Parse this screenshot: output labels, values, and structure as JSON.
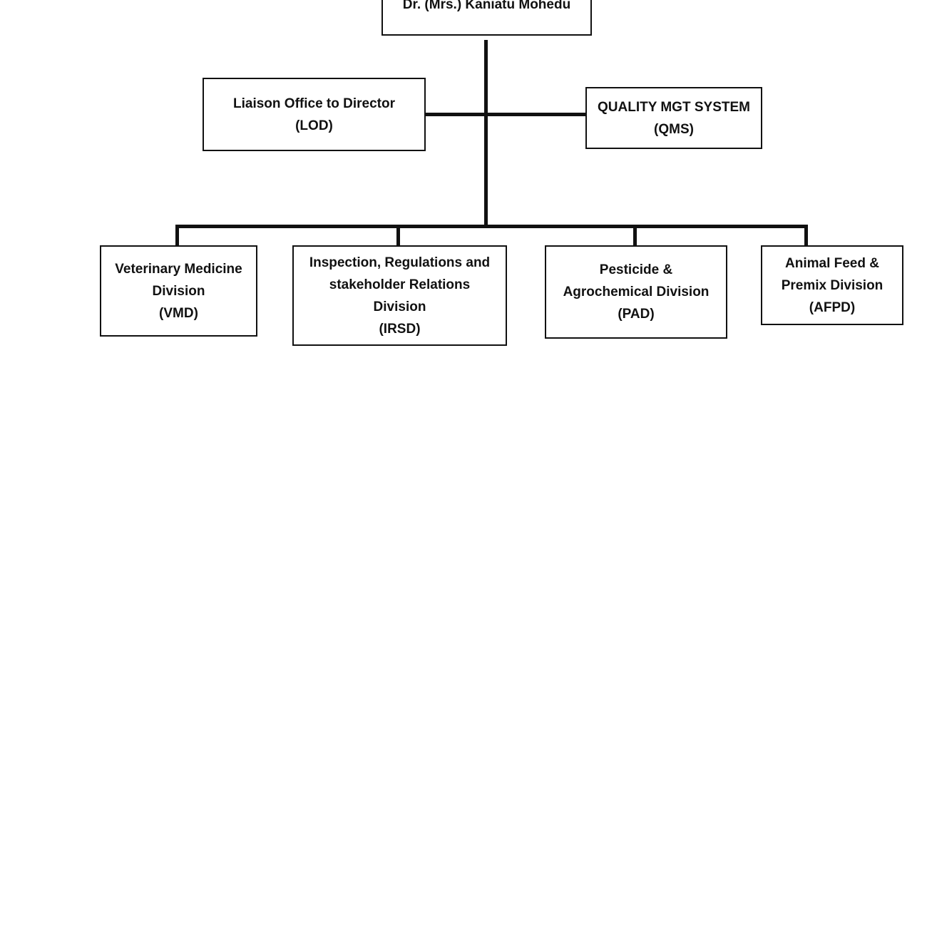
{
  "org_chart": {
    "head": {
      "lines": [
        "Dr. (Mrs.) Kaniatu Mohedu"
      ]
    },
    "advisory": [
      {
        "id": "lod",
        "lines": [
          "Liaison Office to Director",
          "(LOD)"
        ]
      },
      {
        "id": "qms",
        "lines": [
          "QUALITY MGT SYSTEM",
          "(QMS)"
        ]
      }
    ],
    "divisions": [
      {
        "id": "vmd",
        "lines": [
          "Veterinary Medicine",
          "Division",
          "(VMD)"
        ]
      },
      {
        "id": "irsd",
        "lines": [
          "Inspection, Regulations and",
          "stakeholder Relations",
          "Division",
          "(IRSD)"
        ]
      },
      {
        "id": "pad",
        "lines": [
          "Pesticide &",
          "Agrochemical Division",
          "(PAD)"
        ]
      },
      {
        "id": "afpd",
        "lines": [
          "Animal Feed &",
          "Premix Division",
          "(AFPD)"
        ]
      }
    ]
  },
  "colors": {
    "line": "#111111",
    "box_border": "#111111",
    "background": "#ffffff"
  }
}
